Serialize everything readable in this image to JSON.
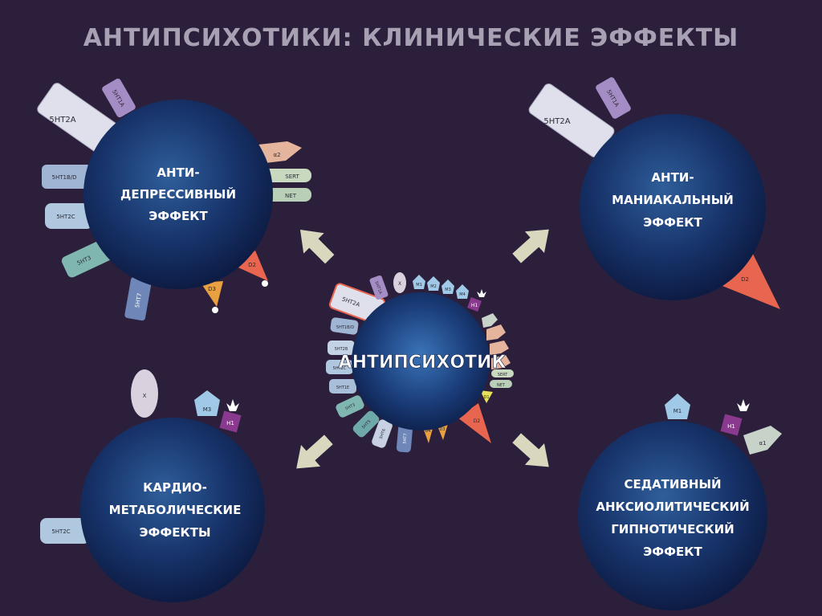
{
  "title": "АНТИПСИХОТИКИ: КЛИНИЧЕСКИЕ ЭФФЕКТЫ",
  "colors": {
    "background": "#2b1f3b",
    "circle_light": "#2f5e9a",
    "circle_dark": "#0d1c44",
    "arrow": "#d9d7bd",
    "d2": "#e8654f",
    "d3": "#e8a040",
    "h1": "#8a3a8e",
    "5ht1a": "#a48dc4",
    "5ht2a": "#dfe0ec",
    "5ht2c": "#b0c8df",
    "5ht1bd": "#9fb5d3",
    "5ht3": "#7fb6b0",
    "5ht7": "#6f86b9",
    "sert": "#c9d9c0",
    "net": "#b9cfb8",
    "alpha2": "#e4b49c",
    "alpha1": "#c7d3c9",
    "m": "#9fc9e6",
    "x": "#d9d2de"
  },
  "center": {
    "label": "АНТИПСИХОТИК"
  },
  "effects": {
    "antidepressant": {
      "line1": "АНТИ-",
      "line2": "ДЕПРЕССИВНЫЙ",
      "line3": "ЭФФЕКТ"
    },
    "antimanic": {
      "line1": "АНТИ-",
      "line2": "МАНИАКАЛЬНЫЙ",
      "line3": "ЭФФЕКТ"
    },
    "cardio": {
      "line1": "КАРДИО-",
      "line2": "МЕТАБОЛИЧЕСКИЕ",
      "line3": "ЭФФЕКТЫ"
    },
    "sedative": {
      "line1": "СЕДАТИВНЫЙ",
      "line2": "АНКСИОЛИТИЧЕСКИЙ",
      "line3": "ГИПНОТИЧЕСКИЙ",
      "line4": "ЭФФЕКТ"
    }
  },
  "receptors": {
    "r5ht2a": "5HT2A",
    "r5ht1a": "5HT1A",
    "r5ht1bd": "5HT1B/D",
    "r5ht2c": "5HT2C",
    "r5ht3": "5HT3",
    "r5ht7": "5HT7",
    "r5ht2b": "5HT2B",
    "r5ht1e": "5HT1E",
    "r5ht5": "5HT5",
    "r5ht6": "5HT6",
    "d2": "D2",
    "d3": "D3",
    "d4": "D4",
    "d1": "D1",
    "sert": "SERT",
    "net": "NET",
    "h1": "H1",
    "m1": "M1",
    "m2": "M2",
    "m3": "M3",
    "m4": "M4",
    "x": "X",
    "alpha2": "α2",
    "alpha1": "α1"
  }
}
